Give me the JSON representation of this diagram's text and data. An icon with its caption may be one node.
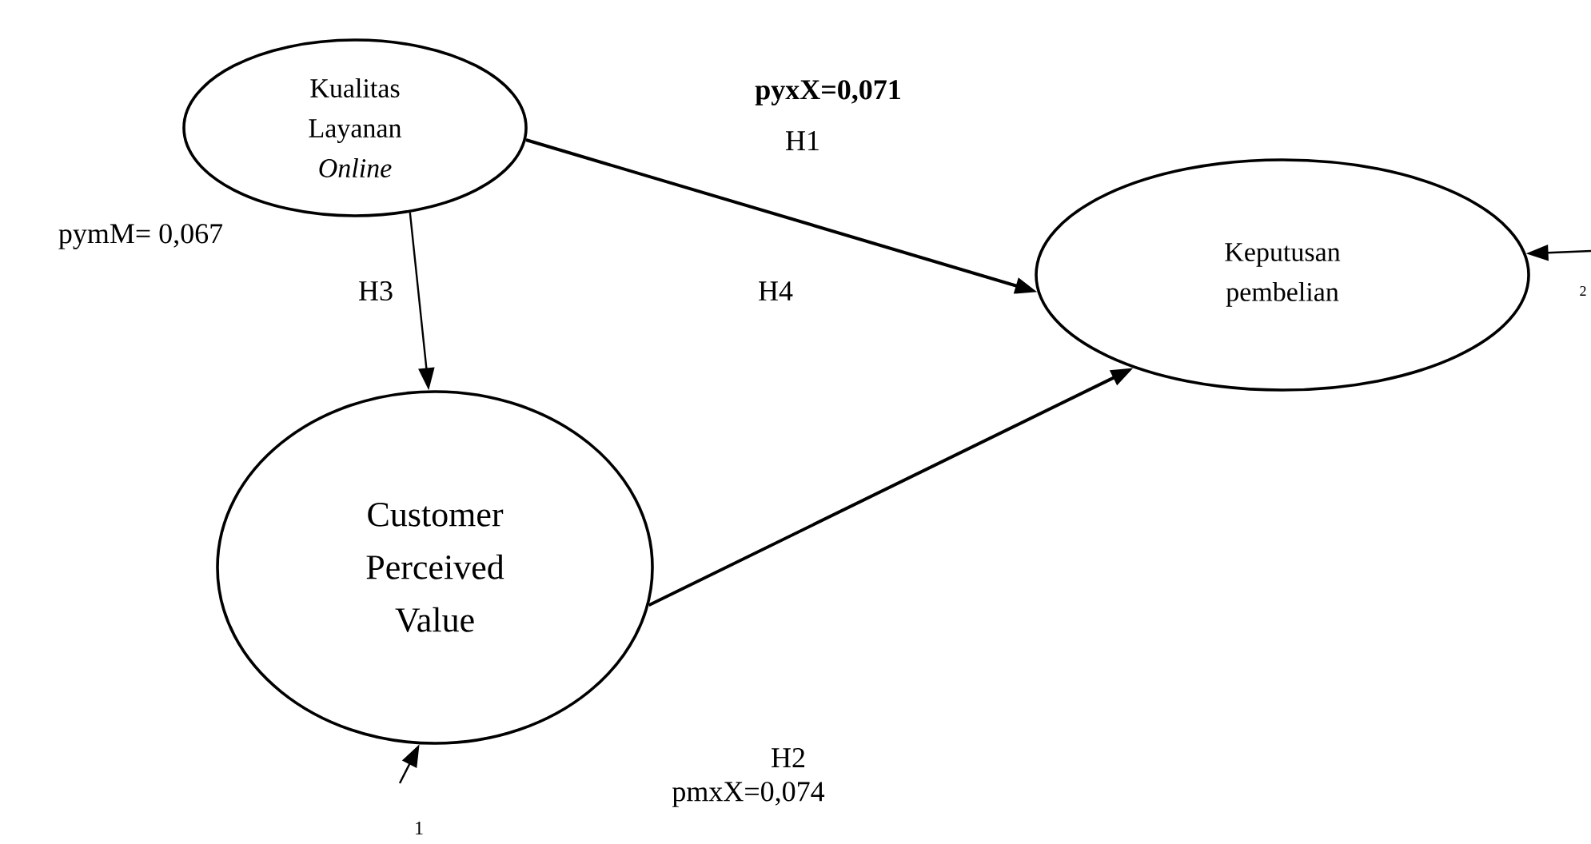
{
  "diagram": {
    "nodes": [
      {
        "text": [
          "Kualitas Layanan *Online*"
        ]
      },
      {
        "text": [
          "Keputusan pembelian"
        ]
      },
      {
        "text": [
          "Customer Perceived Value"
        ]
      }
    ],
    "edges": [
      {
        "from": 0,
        "to": 1,
        "arrow": "to"
      },
      {
        "from": 0,
        "to": 2,
        "arrow": "to"
      },
      {
        "from": 2,
        "to": 1,
        "arrow": "to"
      },
      {
        "from": null,
        "to": 1,
        "arrow": "to"
      },
      {
        "from": null,
        "to": 2,
        "arrow": "to"
      }
    ],
    "labels": [
      "pyxX=0,071",
      "H1",
      "pymM= 0,067",
      "H3",
      "H4",
      "H2",
      "pmxX=0,074",
      "1",
      "2"
    ]
  }
}
